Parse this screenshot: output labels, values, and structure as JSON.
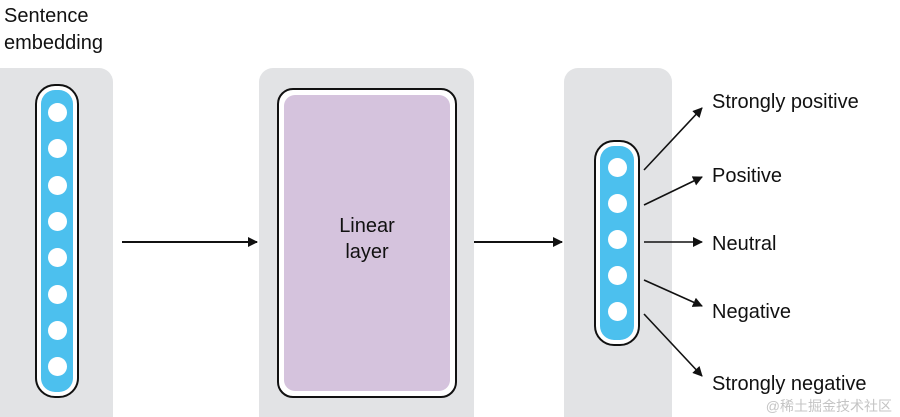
{
  "input": {
    "title": "Sentence\nembedding",
    "dots": 8
  },
  "layer": {
    "label": "Linear\nlayer"
  },
  "output": {
    "dots": 5,
    "labels": [
      "Strongly positive",
      "Positive",
      "Neutral",
      "Negative",
      "Strongly negative"
    ]
  },
  "watermark": "@稀土掘金技术社区",
  "colors": {
    "panel": "#e2e3e5",
    "capsule_fill": "#4cc0ee",
    "layer_fill": "#d5c3dd",
    "outline": "#111111"
  }
}
